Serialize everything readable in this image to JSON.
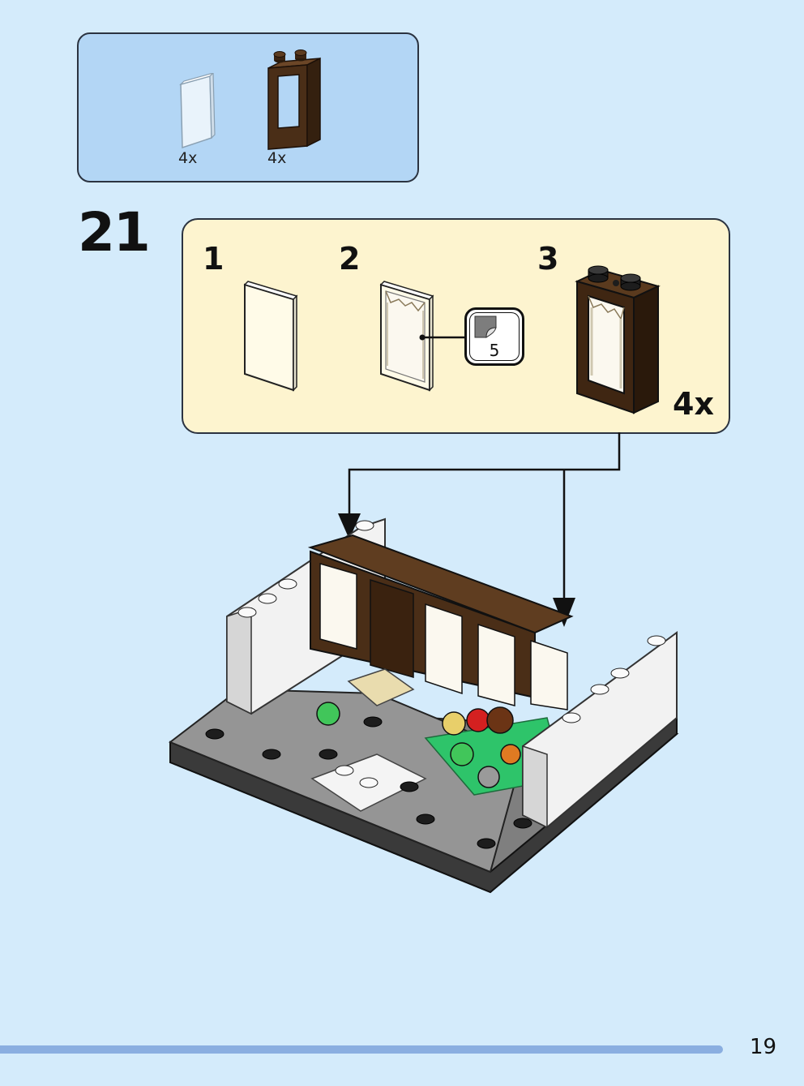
{
  "parts_list": {
    "items": [
      {
        "icon": "transparent-glass-pane-icon",
        "quantity": "4x"
      },
      {
        "icon": "brown-window-frame-icon",
        "quantity": "4x"
      }
    ]
  },
  "step": {
    "number": "21",
    "substeps": [
      {
        "number": "1",
        "icon": "glass-pane-icon"
      },
      {
        "number": "2",
        "icon": "glass-pane-with-sticker-icon",
        "sticker_number": "5"
      },
      {
        "number": "3",
        "icon": "window-assembly-icon"
      }
    ],
    "submodel_quantity": "4x"
  },
  "colors": {
    "page_background": "#d4ebfb",
    "parts_box": "#b3d6f5",
    "submodel_box": "#fdf4cf",
    "frame_brown": "#4a2e17",
    "progress": "#8aaee0"
  },
  "footer": {
    "page_number": "19"
  }
}
